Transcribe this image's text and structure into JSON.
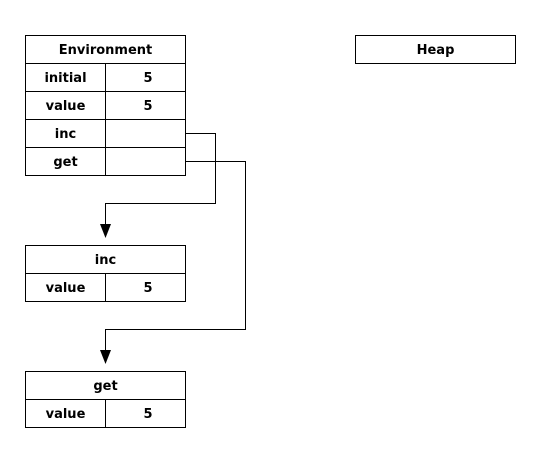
{
  "environment": {
    "title": "Environment",
    "rows": [
      {
        "name": "initial",
        "value": "5"
      },
      {
        "name": "value",
        "value": "5"
      },
      {
        "name": "inc",
        "value": ""
      },
      {
        "name": "get",
        "value": ""
      }
    ]
  },
  "heap": {
    "title": "Heap"
  },
  "frames": [
    {
      "title": "inc",
      "rows": [
        {
          "name": "value",
          "value": "5"
        }
      ]
    },
    {
      "title": "get",
      "rows": [
        {
          "name": "value",
          "value": "5"
        }
      ]
    }
  ]
}
